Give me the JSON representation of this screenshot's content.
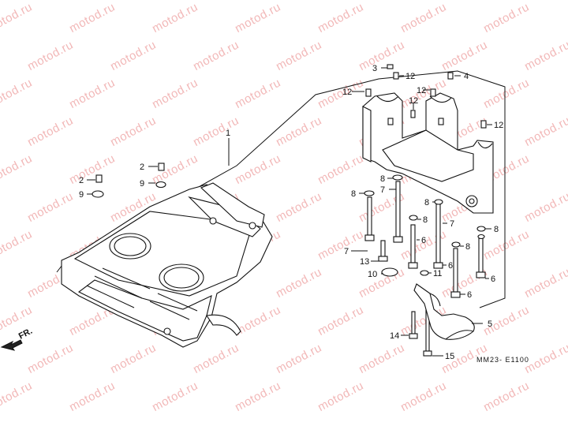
{
  "watermark": "motod.ru",
  "diagram_code": "MM23- E1100",
  "front_arrow": "FR.",
  "callouts": [
    "1",
    "2",
    "2",
    "3",
    "4",
    "5",
    "6",
    "6",
    "6",
    "6",
    "7",
    "7",
    "7",
    "8",
    "8",
    "8",
    "8",
    "8",
    "8",
    "9",
    "9",
    "10",
    "11",
    "12",
    "12",
    "12",
    "12",
    "12",
    "13",
    "14",
    "15"
  ]
}
